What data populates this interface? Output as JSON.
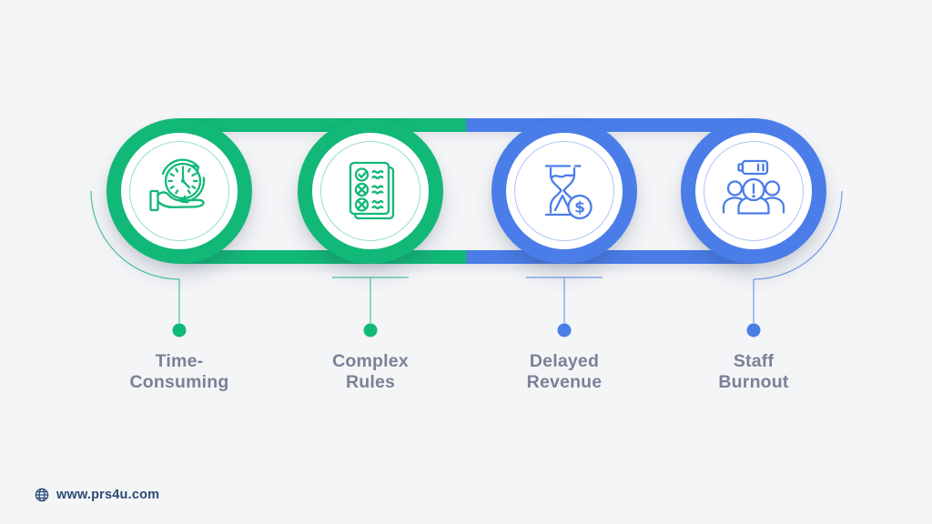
{
  "colors": {
    "background": "#f4f5f7",
    "green": "#12b877",
    "blue": "#4a7de8",
    "label_text": "#7b8196",
    "footer_text": "#2b4a73"
  },
  "items": [
    {
      "name": "time-consuming",
      "color": "green",
      "icon": "hand-holding-clock-icon",
      "label_lines": [
        "Time-",
        "Consuming"
      ]
    },
    {
      "name": "complex-rules",
      "color": "green",
      "icon": "checklist-icon",
      "label_lines": [
        "Complex",
        "Rules"
      ]
    },
    {
      "name": "delayed-revenue",
      "color": "blue",
      "icon": "hourglass-dollar-icon",
      "label_lines": [
        "Delayed",
        "Revenue"
      ]
    },
    {
      "name": "staff-burnout",
      "color": "blue",
      "icon": "people-low-battery-icon",
      "label_lines": [
        "Staff",
        "Burnout"
      ]
    }
  ],
  "footer": {
    "website_label": "www.prs4u.com",
    "icon": "globe-icon"
  }
}
